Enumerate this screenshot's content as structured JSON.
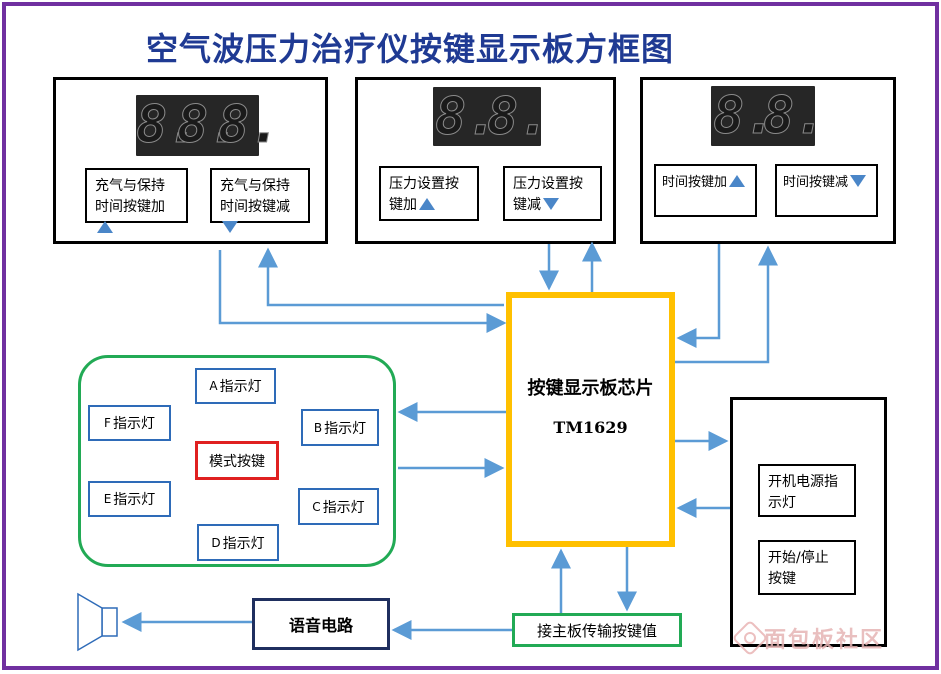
{
  "title": "空气波压力治疗仪按键显示板方框图",
  "displays": {
    "left": {
      "digits": [
        "8.",
        "8.",
        "8."
      ]
    },
    "middle": {
      "digits": [
        "8.",
        "8."
      ]
    },
    "right": {
      "digits": [
        "8.",
        "8."
      ]
    }
  },
  "buttons": {
    "inflate_add": {
      "line1": "充气与保持",
      "line2": "时间按键加"
    },
    "inflate_sub": {
      "line1": "充气与保持",
      "line2": "时间按键减"
    },
    "pressure_add": {
      "line1": "压力设置按",
      "line2": "键加"
    },
    "pressure_sub": {
      "line1": "压力设置按",
      "line2": "键减"
    },
    "time_add": {
      "line1": "时间按键加"
    },
    "time_sub": {
      "line1": "时间按键减"
    }
  },
  "chip": {
    "name": "按键显示板芯片",
    "model": "TM1629"
  },
  "indicators": {
    "a": {
      "letter": "A",
      "label": "指示灯"
    },
    "b": {
      "letter": "B",
      "label": "指示灯"
    },
    "c": {
      "letter": "C",
      "label": "指示灯"
    },
    "d": {
      "letter": "D",
      "label": "指示灯"
    },
    "e": {
      "letter": "E",
      "label": "指示灯"
    },
    "f": {
      "letter": "F",
      "label": "指示灯"
    },
    "mode_key": "模式按键"
  },
  "power": {
    "indicator": {
      "line1": "开机电源指",
      "line2": "示灯"
    },
    "startstop": {
      "line1": "开始/停止",
      "line2": "按键"
    }
  },
  "voice_circuit": "语音电路",
  "main_board_value": "接主板传输按键值",
  "watermark": "面包板社区",
  "colors": {
    "frame": "#7030a0",
    "title": "#1f3a93",
    "arrow": "#5b9bd5",
    "chip_border": "#ffc000",
    "panel_border": "#22aa55",
    "indicator_border": "#2e6bb8",
    "mode_border": "#e02020",
    "triangle": "#4a86c8"
  },
  "icons": [
    "triangle-up-icon",
    "triangle-down-icon",
    "speaker-icon",
    "watermark-logo-icon"
  ]
}
